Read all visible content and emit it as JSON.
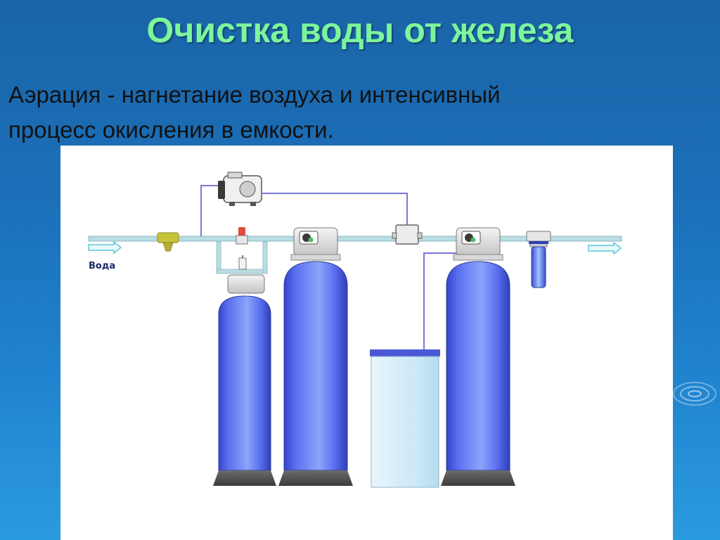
{
  "slide": {
    "title": "Очистка воды от железа",
    "body_line1": "Аэрация -  нагнетание воздуха и интенсивный",
    "body_line2": "процесс окисления в емкости."
  },
  "diagram": {
    "inlet_label": "Вода"
  },
  "colors": {
    "title_green": "#7df59c",
    "pipe": "#b8dde2",
    "air_line": "#7a78d8",
    "tank_blue": "#5a6ef0",
    "brine_tank": "#d0ecf8",
    "arrow": "#5ec9d8"
  }
}
